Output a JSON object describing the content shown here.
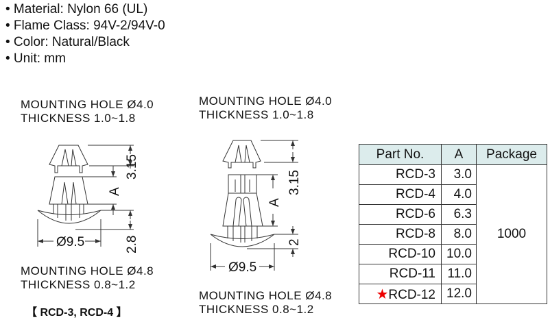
{
  "specs": [
    "• Material: Nylon 66 (UL)",
    "• Flame Class: 94V-2/94V-0",
    "• Color: Natural/Black",
    "• Unit: mm"
  ],
  "left_drawing": {
    "top_note": [
      "MOUNTING HOLE  Ø4.0",
      "THICKNESS  1.0~1.8"
    ],
    "bottom_note": [
      "MOUNTING HOLE  Ø4.8",
      "THICKNESS  0.8~1.2"
    ],
    "dim_head": "3.15",
    "dim_a": "A",
    "dim_base": "2.8",
    "dim_dia": "Ø9.5",
    "label": "【 RCD-3, RCD-4 】"
  },
  "right_drawing": {
    "top_note": [
      "MOUNTING HOLE  Ø4.0",
      "THICKNESS  1.0~1.8"
    ],
    "bottom_note": [
      "MOUNTING HOLE  Ø4.8",
      "THICKNESS  0.8~1.2"
    ],
    "dim_head": "3.15",
    "dim_a": "A",
    "dim_base": "2",
    "dim_dia": "Ø9.5"
  },
  "table": {
    "headers": [
      "Part No.",
      "A",
      "Package"
    ],
    "rows": [
      {
        "part": "RCD-3",
        "a": "3.0"
      },
      {
        "part": "RCD-4",
        "a": "4.0"
      },
      {
        "part": "RCD-6",
        "a": "6.3"
      },
      {
        "part": "RCD-8",
        "a": "8.0"
      },
      {
        "part": "RCD-10",
        "a": "10.0"
      },
      {
        "part": "RCD-11",
        "a": "11.0"
      },
      {
        "part": "RCD-12",
        "a": "12.0",
        "starred": true
      }
    ],
    "package": "1000",
    "star": "★",
    "star_color": "#e60012",
    "header_bg": "#dcecec"
  }
}
